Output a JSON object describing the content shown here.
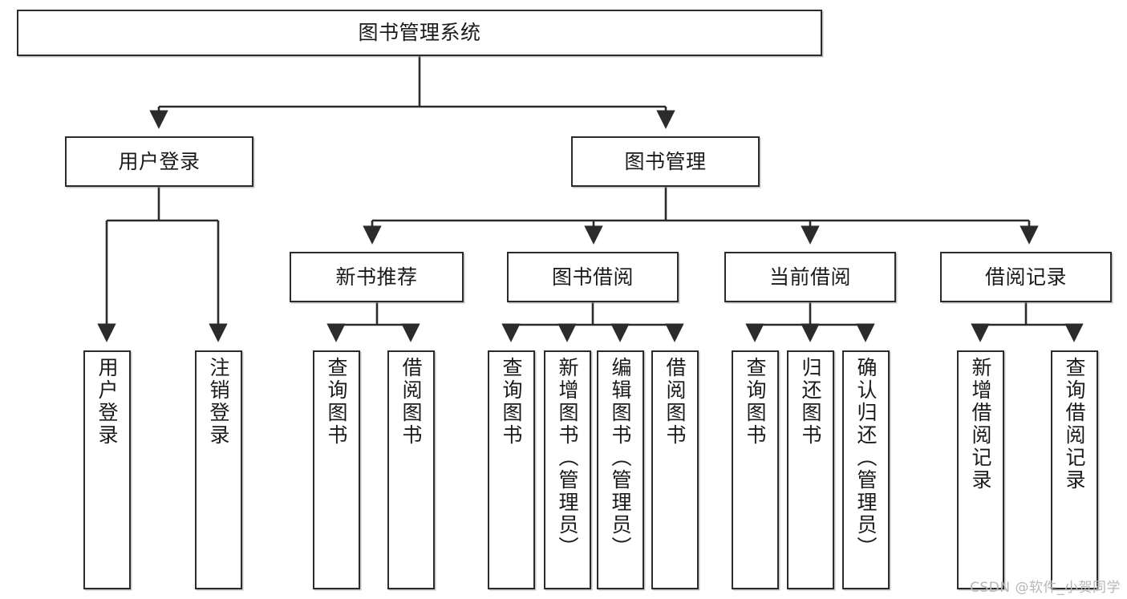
{
  "diagram": {
    "title": "图书管理系统",
    "type": "tree-hierarchy-diagram",
    "watermark": "CSDN @软件_小贺同学",
    "colors": {
      "box_border": "#2b2b2b",
      "box_fill": "#ffffff",
      "connector": "#2b2b2b",
      "text": "#1a1a1a",
      "watermark": "#b7b7b7"
    },
    "nodes": {
      "root": {
        "label": "图书管理系统"
      },
      "level2": [
        {
          "id": "user-login",
          "label": "用户登录"
        },
        {
          "id": "book-management",
          "label": "图书管理"
        }
      ],
      "level3": [
        {
          "id": "new-book-recommend",
          "label": "新书推荐"
        },
        {
          "id": "book-borrow",
          "label": "图书借阅"
        },
        {
          "id": "current-borrow",
          "label": "当前借阅"
        },
        {
          "id": "borrow-records",
          "label": "借阅记录"
        }
      ],
      "leaves": {
        "user_login": [
          {
            "id": "leaf-user-login",
            "label": "用户登录"
          },
          {
            "id": "leaf-logout-login",
            "label": "注销登录"
          }
        ],
        "new_book_recommend": [
          {
            "id": "leaf-query-books-1",
            "label": "查询图书"
          },
          {
            "id": "leaf-borrow-books-1",
            "label": "借阅图书"
          }
        ],
        "book_borrow": [
          {
            "id": "leaf-query-books-2",
            "label": "查询图书"
          },
          {
            "id": "leaf-add-book-admin",
            "label": "新增图书（管理员）"
          },
          {
            "id": "leaf-edit-book-admin",
            "label": "编辑图书（管理员）"
          },
          {
            "id": "leaf-borrow-books-2",
            "label": "借阅图书"
          }
        ],
        "current_borrow": [
          {
            "id": "leaf-query-books-3",
            "label": "查询图书"
          },
          {
            "id": "leaf-return-books",
            "label": "归还图书"
          },
          {
            "id": "leaf-confirm-return-admin",
            "label": "确认归还（管理员）"
          }
        ],
        "borrow_records": [
          {
            "id": "leaf-add-borrow-record",
            "label": "新增借阅记录"
          },
          {
            "id": "leaf-query-borrow-record",
            "label": "查询借阅记录"
          }
        ]
      }
    }
  }
}
